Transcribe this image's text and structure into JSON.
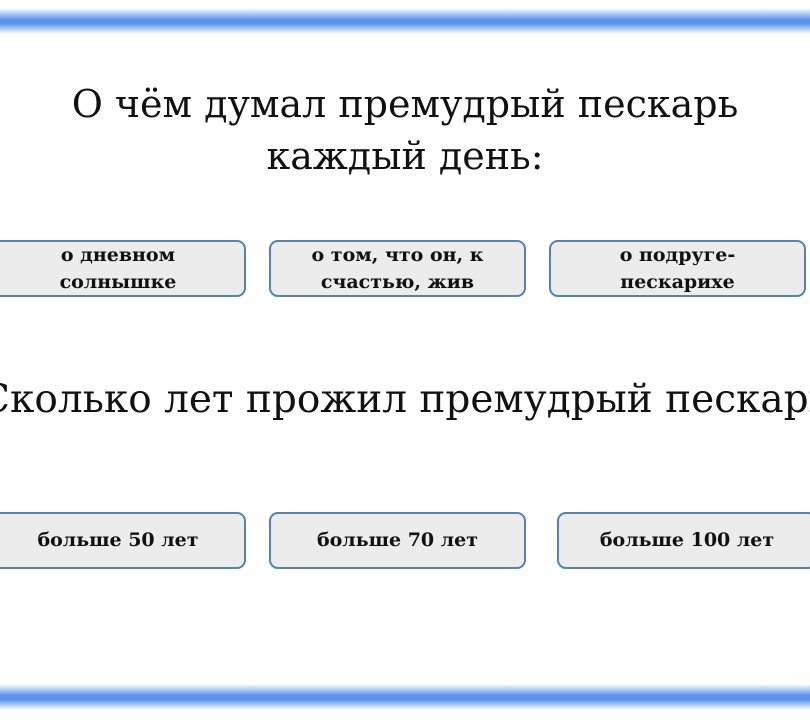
{
  "question1": {
    "line1": "О чём думал премудрый пескарь",
    "line2": "каждый день:"
  },
  "answers1": [
    "о дневном солнышке",
    "о том, что он, к счастью, жив",
    "о подруге-пескарихе"
  ],
  "answers1_lines": [
    [
      "о дневном",
      "солнышке"
    ],
    [
      "о том, что он, к",
      "счастью, жив"
    ],
    [
      "о подруге-",
      "пескарихе"
    ]
  ],
  "question2": "Сколько лет прожил премудрый пескарь",
  "answers2": [
    "больше 50 лет",
    "больше 70 лет",
    "больше 100 лет"
  ]
}
